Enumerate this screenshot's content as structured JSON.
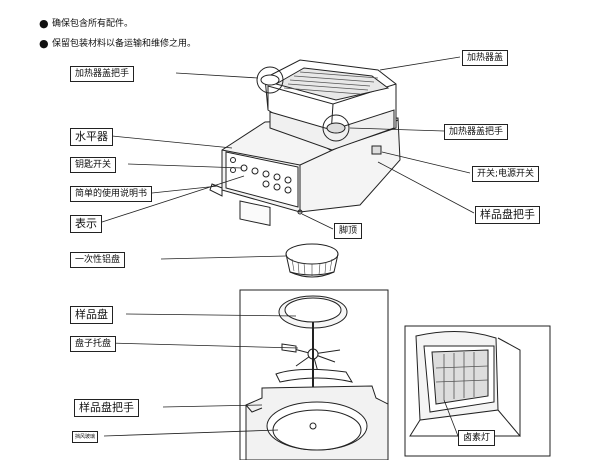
{
  "notes": [
    "确保包含所有配件。",
    "保留包装材料以备运输和维修之用。"
  ],
  "labels": {
    "heater_cover_handle_left": "加热器盖把手",
    "heater_cover": "加热器盖",
    "level": "水平器",
    "heater_cover_handle_right": "加热器盖把手",
    "key_switch": "钥匙开关",
    "power_switch": "开关;电源开关",
    "quick_guide": "简单的使用说明书",
    "sample_pan_handle_right": "样品盘把手",
    "display": "表示",
    "foot": "脚顶",
    "disposable_pan": "一次性铝盘",
    "sample_pan": "样品盘",
    "pan_support": "盘子托盘",
    "sample_pan_handle_lower": "样品盘把手",
    "windshield": "挡风玻璃",
    "halogen_lamp": "卤素灯"
  }
}
